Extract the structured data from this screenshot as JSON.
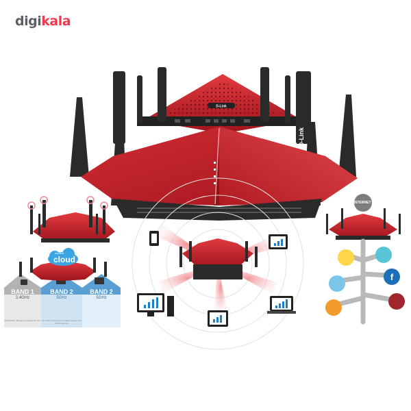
{
  "brand": {
    "part1": "digi",
    "part2": "kala"
  },
  "router": {
    "brand_label": "D-Link",
    "side_label": "D-Link"
  },
  "cloud_badge": {
    "top": "mydlink",
    "label": "cloud"
  },
  "bands": [
    {
      "name": "BAND 1",
      "freq": "2.4GHz",
      "desc": "Web/E-Mail, Blogging, portable Devices"
    },
    {
      "name": "BAND 2",
      "freq": "5GHz",
      "desc": "HD Video Streaming, Portable Devices and Online Gaming"
    },
    {
      "name": "BAND 2",
      "freq": "5GHz",
      "desc": ""
    }
  ],
  "internet_label": "INTERNET",
  "colors": {
    "router_red": "#c8202a",
    "router_dark": "#8e1118",
    "antenna": "#2a2a2a",
    "brand_red": "#ef394e"
  }
}
